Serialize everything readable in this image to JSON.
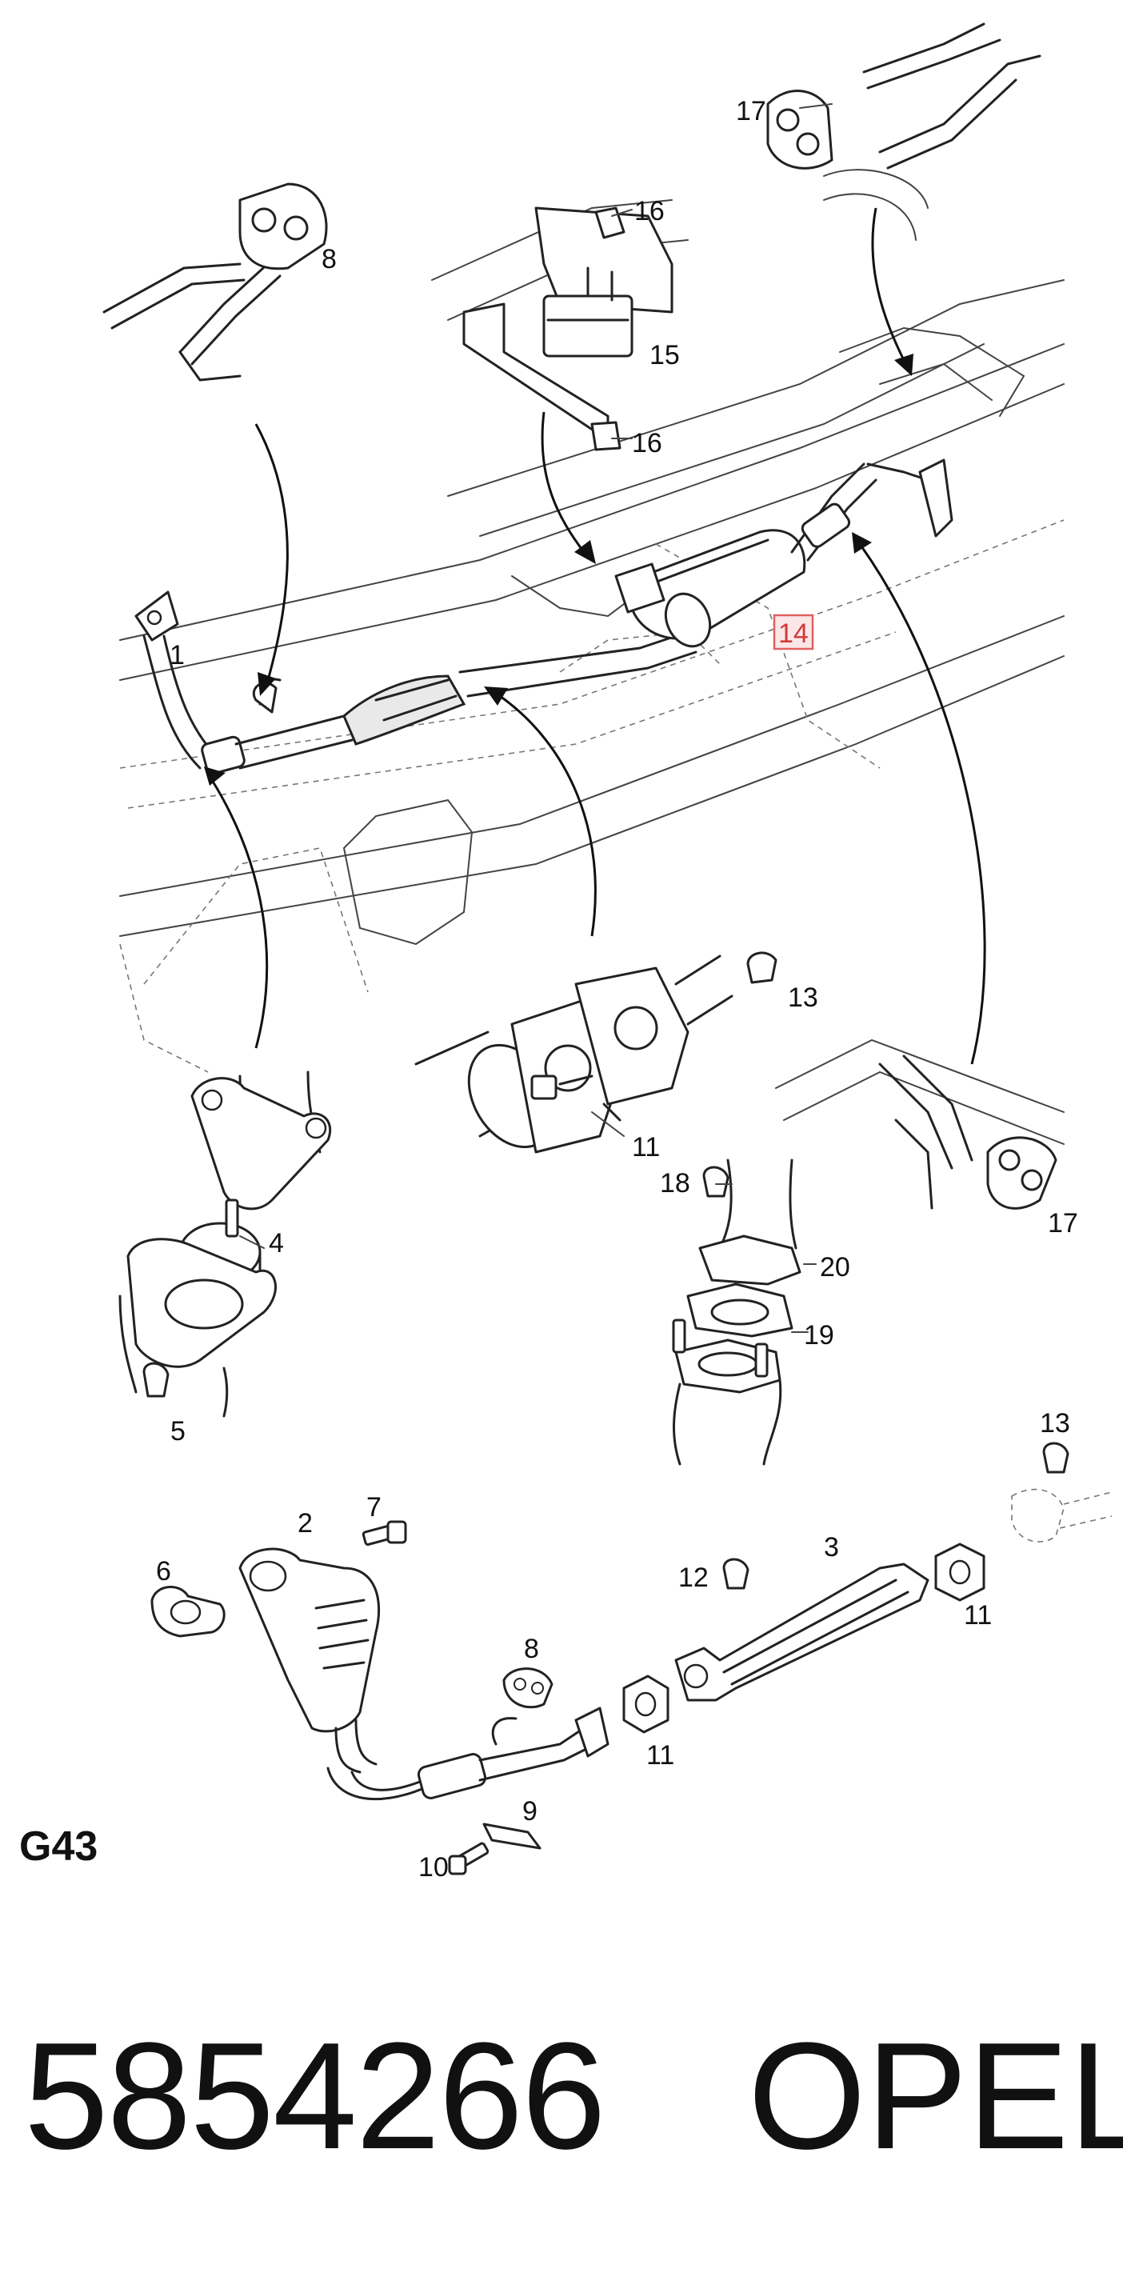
{
  "diagram": {
    "section_code": "G43",
    "highlighted_callout": "14",
    "callouts": [
      {
        "id": "c1",
        "label": "1"
      },
      {
        "id": "c2",
        "label": "2"
      },
      {
        "id": "c3",
        "label": "3"
      },
      {
        "id": "c4",
        "label": "4"
      },
      {
        "id": "c5",
        "label": "5"
      },
      {
        "id": "c6",
        "label": "6"
      },
      {
        "id": "c7",
        "label": "7"
      },
      {
        "id": "c8-top",
        "label": "8"
      },
      {
        "id": "c8-bottom",
        "label": "8"
      },
      {
        "id": "c9",
        "label": "9"
      },
      {
        "id": "c10",
        "label": "10"
      },
      {
        "id": "c11-mid",
        "label": "11"
      },
      {
        "id": "c11-bl",
        "label": "11"
      },
      {
        "id": "c11-br",
        "label": "11"
      },
      {
        "id": "c12",
        "label": "12"
      },
      {
        "id": "c13-mid",
        "label": "13"
      },
      {
        "id": "c13-bottom",
        "label": "13"
      },
      {
        "id": "c14",
        "label": "14"
      },
      {
        "id": "c15",
        "label": "15"
      },
      {
        "id": "c16-top",
        "label": "16"
      },
      {
        "id": "c16-bottom",
        "label": "16"
      },
      {
        "id": "c17-top",
        "label": "17"
      },
      {
        "id": "c17-mid",
        "label": "17"
      },
      {
        "id": "c18",
        "label": "18"
      },
      {
        "id": "c19",
        "label": "19"
      },
      {
        "id": "c20",
        "label": "20"
      }
    ]
  },
  "footer": {
    "part_number": "5854266",
    "brand": "OPEL"
  }
}
